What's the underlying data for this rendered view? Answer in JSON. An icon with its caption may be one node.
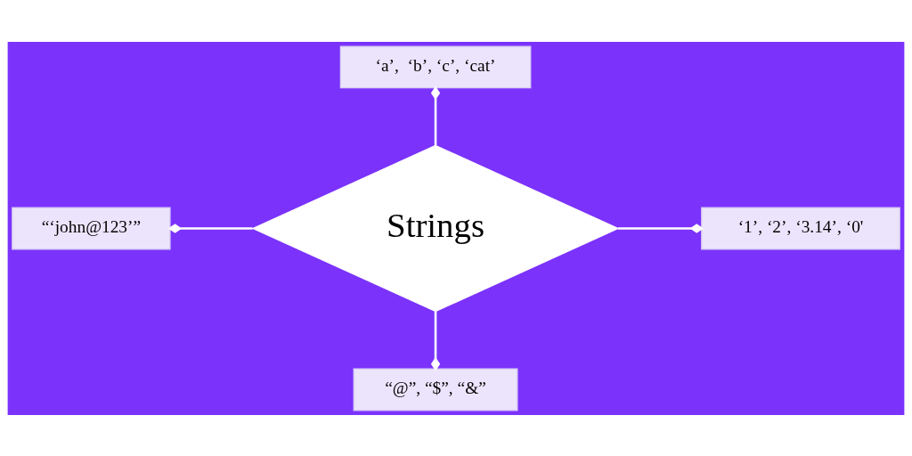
{
  "diagram": {
    "nodes": [
      {
        "text": [
          "‘a’,  ‘b’, ‘c’, ‘cat’"
        ]
      },
      {
        "text": [
          "“‘john@123’”"
        ]
      },
      {
        "text": [
          "Strings"
        ]
      },
      {
        "text": [
          "‘1’, ‘2’, ‘3.14’, ‘0'"
        ]
      },
      {
        "text": [
          "“@”, “$”, “&”"
        ]
      }
    ],
    "edges": [
      {
        "from": 2,
        "to": 0,
        "arrow": "other"
      },
      {
        "from": 2,
        "to": 1,
        "arrow": "other"
      },
      {
        "from": 2,
        "to": 3,
        "arrow": "other"
      },
      {
        "from": 2,
        "to": 4,
        "arrow": "other"
      }
    ]
  }
}
